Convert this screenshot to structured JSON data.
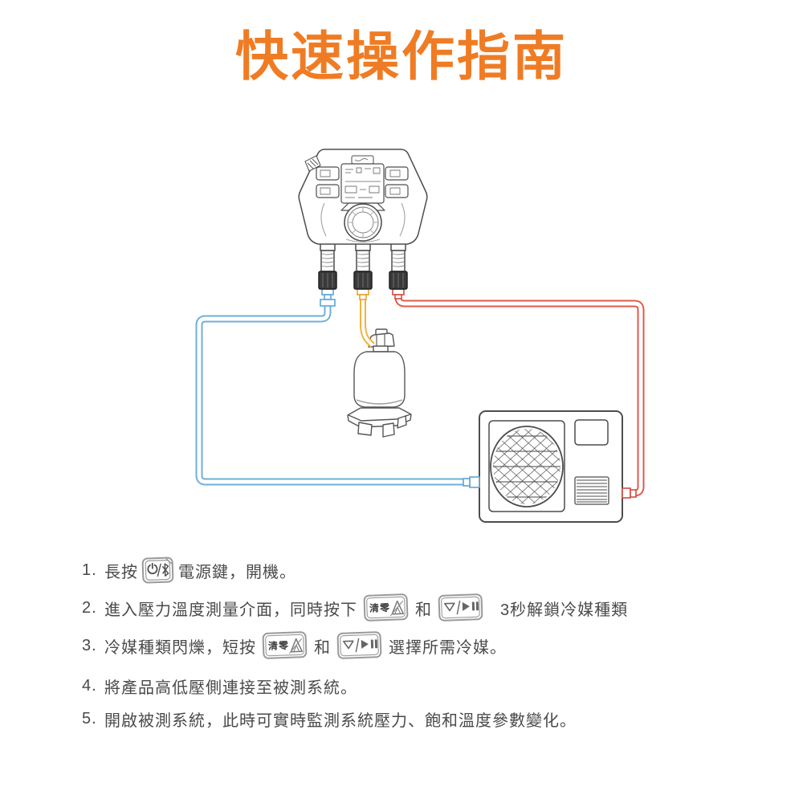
{
  "page": {
    "title": "快速操作指南"
  },
  "colors": {
    "title_orange": "#EF7C24",
    "step_text": "#4A4A4A",
    "line_art": "#4D4D4D",
    "hose_low_pressure_blue": "#6FAFD8",
    "hose_refrigerant_yellow": "#F2B23E",
    "hose_high_pressure_red": "#E15A4C"
  },
  "diagram": {
    "name": "manifold-gauge-connection-diagram",
    "components": [
      "digital-manifold-gauge",
      "refrigerant-tank",
      "outdoor-ac-unit",
      "low-pressure-hose-blue",
      "refrigerant-hose-yellow",
      "high-pressure-hose-red"
    ]
  },
  "keys": {
    "power": {
      "icon": "power-bluetooth-key-icon"
    },
    "zero": {
      "icon": "zero-up-arrow-key-icon",
      "label": "清零"
    },
    "select": {
      "icon": "down-play-pause-key-icon"
    }
  },
  "steps": [
    {
      "num": "1.",
      "t1": "長按",
      "t2": "電源鍵，開機。"
    },
    {
      "num": "2.",
      "t1": "進入壓力溫度測量介面，同時按下",
      "t2": "和",
      "t3": "3秒解鎖冷媒種類"
    },
    {
      "num": "3.",
      "t1": "冷媒種類閃爍，短按",
      "t2": "和",
      "t3": "選擇所需冷媒。"
    },
    {
      "num": "4.",
      "t1": "將產品高低壓側連接至被測系統。"
    },
    {
      "num": "5.",
      "t1": "開啟被測系統，此時可實時監測系統壓力、飽和溫度參數變化。"
    }
  ]
}
